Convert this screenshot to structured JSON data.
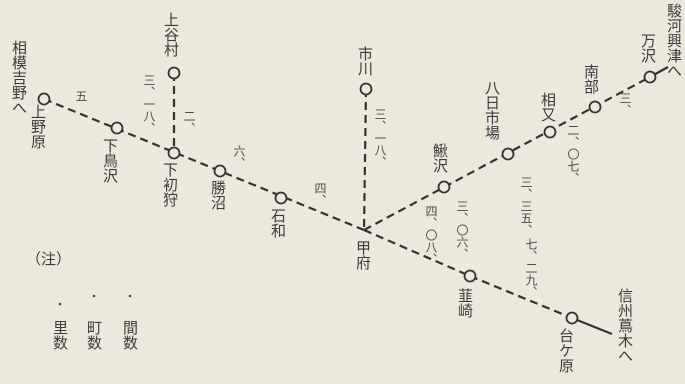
{
  "stations": {
    "sagami_yoshino": "相模吉野へ",
    "uenohara": "上野原",
    "shimotorisawa": "下鳥沢",
    "shimohatsukari": "下初狩",
    "katsunuma": "勝沼",
    "isawa": "石和",
    "kofu": "甲府",
    "nirasaki": "韮崎",
    "daigahara": "台ケ原",
    "shinshu_tsutaki": "信州蔦木へ",
    "kamiyamura": "上谷村",
    "ichikawa": "市川",
    "kajikazawa": "鰍沢",
    "yokaichiba": "八日市場",
    "aimata": "相又",
    "nanbu": "南部",
    "manzawa": "万沢",
    "suruga_okitsu": "駿河興津へ"
  },
  "distances": {
    "d_uenohara": "五",
    "d_shimohatsukari": "三、一八、",
    "d_kamiyamura": "二、",
    "d_katsunuma": "六、",
    "d_isawa": "四、",
    "d_ichikawa": "三、一八、",
    "d_kajikazawa": "三、〇六、",
    "d_kofu_nirasaki": "四、〇八、",
    "d_yokaichiba": "三、三五、",
    "d_daigahara": "七、二九、",
    "d_aimata": "二、〇七、",
    "d_nanbu": "三、"
  },
  "legend": {
    "note": "（注）",
    "ri": "里数",
    "cho": "町数",
    "ken": "間数"
  },
  "colors": {
    "background": "#ece9dc",
    "ink": "#3b3b3b"
  }
}
